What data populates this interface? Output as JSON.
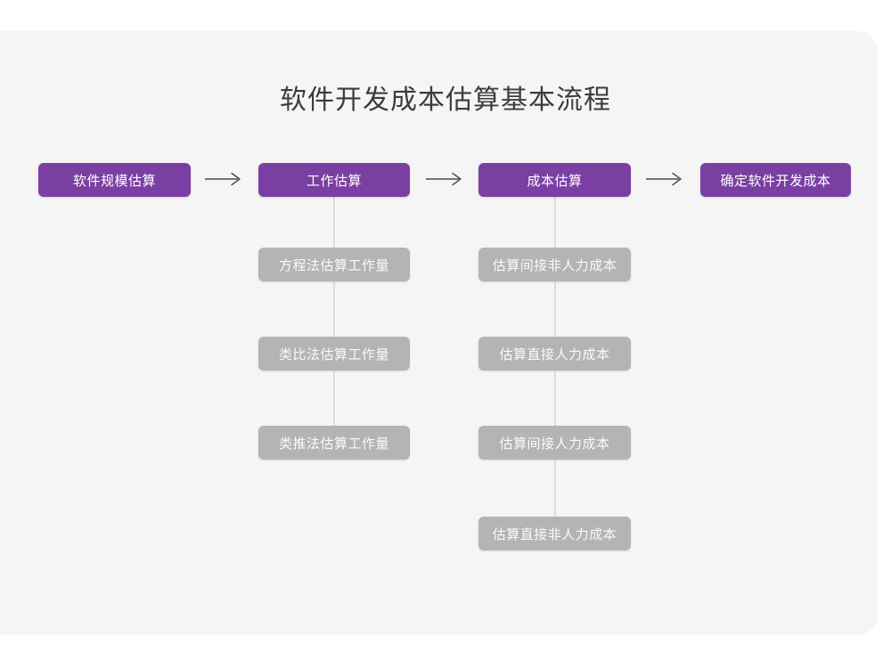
{
  "card": {
    "background": "#f5f5f5"
  },
  "colors": {
    "primary": "#7b3fa3",
    "secondary": "#b4b4b4",
    "title_text": "#3c3c3c",
    "connector": "#dcdcdc",
    "arrow": "#4a4a4a",
    "page_background": "#ffffff"
  },
  "title": "软件开发成本估算基本流程",
  "diagram": {
    "type": "flowchart",
    "orientation": "horizontal-main-with-vertical-branches",
    "main_flow": [
      {
        "id": "step1",
        "label": "软件规模估算",
        "style": "primary"
      },
      {
        "id": "step2",
        "label": "工作估算",
        "style": "primary"
      },
      {
        "id": "step3",
        "label": "成本估算",
        "style": "primary"
      },
      {
        "id": "step4",
        "label": "确定软件开发成本",
        "style": "primary"
      }
    ],
    "arrows": [
      {
        "from": "step1",
        "to": "step2",
        "glyph": "right-arrow"
      },
      {
        "from": "step2",
        "to": "step3",
        "glyph": "right-arrow"
      },
      {
        "from": "step3",
        "to": "step4",
        "glyph": "right-arrow"
      }
    ],
    "branches": [
      {
        "parent": "step2",
        "items": [
          {
            "id": "step2-sub1",
            "label": "方程法估算工作量",
            "style": "secondary"
          },
          {
            "id": "step2-sub2",
            "label": "类比法估算工作量",
            "style": "secondary"
          },
          {
            "id": "step2-sub3",
            "label": "类推法估算工作量",
            "style": "secondary"
          }
        ]
      },
      {
        "parent": "step3",
        "items": [
          {
            "id": "step3-sub1",
            "label": "估算间接非人力成本",
            "style": "secondary"
          },
          {
            "id": "step3-sub2",
            "label": "估算直接人力成本",
            "style": "secondary"
          },
          {
            "id": "step3-sub3",
            "label": "估算间接人力成本",
            "style": "secondary"
          },
          {
            "id": "step3-sub4",
            "label": "估算直接非人力成本",
            "style": "secondary"
          }
        ]
      }
    ]
  }
}
